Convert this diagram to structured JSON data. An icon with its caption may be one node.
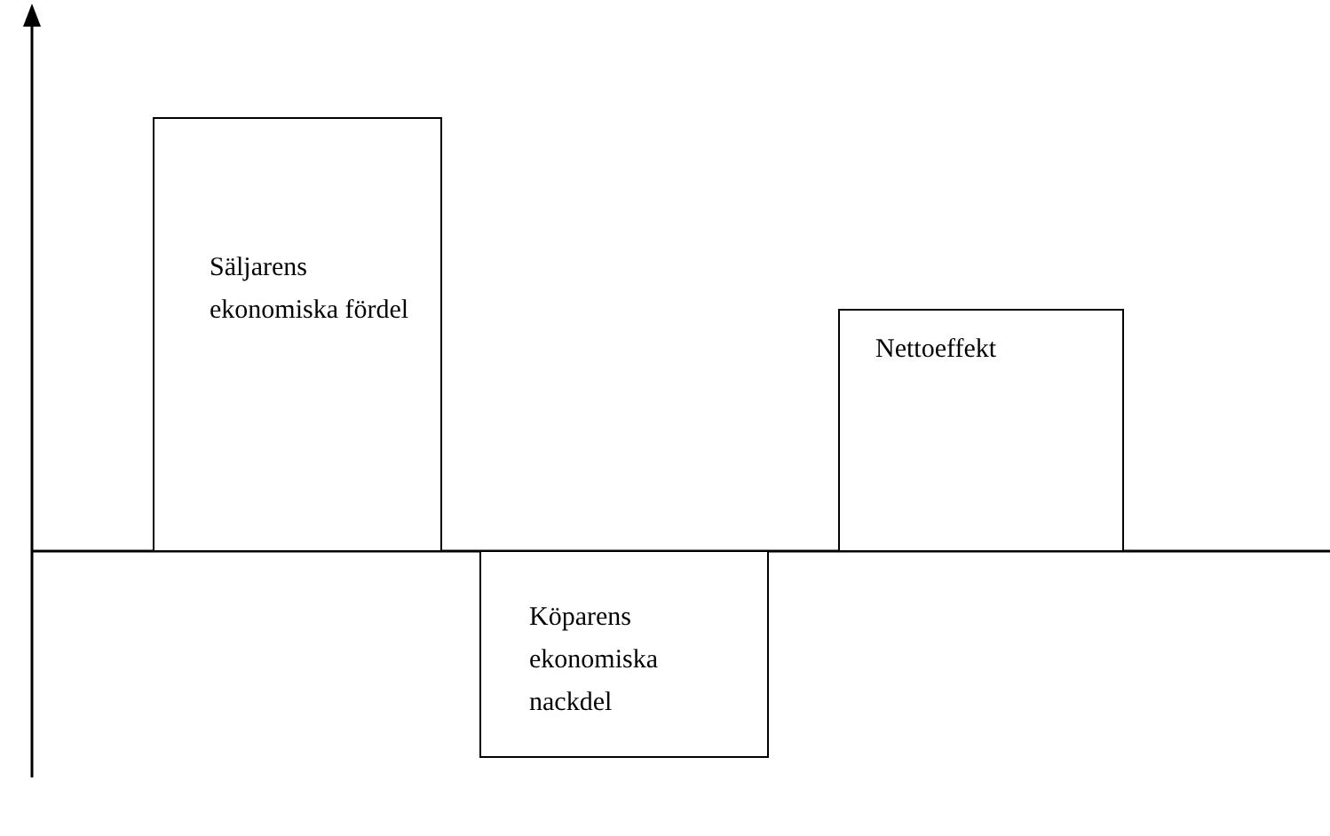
{
  "diagram": {
    "nodes": [
      {
        "text": [
          "Säljarens ekonomiska fördel"
        ]
      },
      {
        "text": [
          "Köparens ekonomiska nackdel"
        ]
      },
      {
        "text": [
          "Nettoeffekt"
        ]
      }
    ]
  }
}
